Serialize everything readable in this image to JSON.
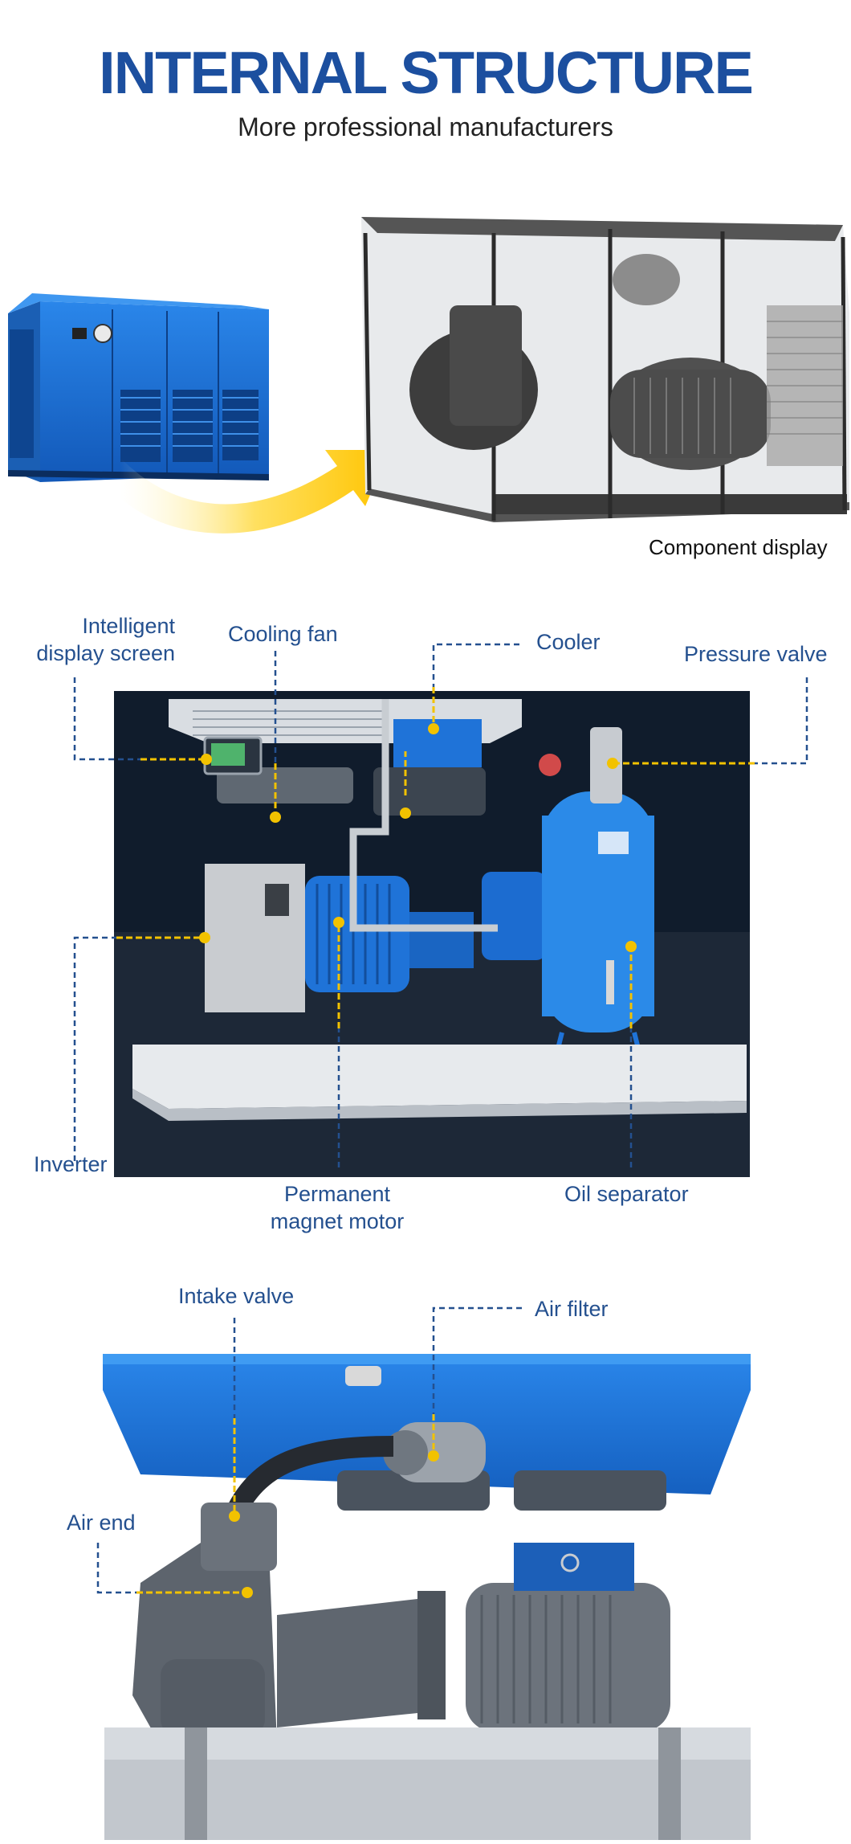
{
  "header": {
    "title": "INTERNAL STRUCTURE",
    "subtitle": "More professional manufacturers"
  },
  "section1": {
    "caption": "Component display"
  },
  "section2": {
    "labels": {
      "display_line1": "Intelligent",
      "display_line2": "display screen",
      "cooling_fan": "Cooling fan",
      "cooler": "Cooler",
      "pressure_valve": "Pressure valve",
      "inverter": "Inverter",
      "motor_line1": "Permanent",
      "motor_line2": "magnet motor",
      "oil_separator": "Oil separator"
    }
  },
  "section3": {
    "labels": {
      "intake_valve": "Intake valve",
      "air_filter": "Air filter",
      "air_end": "Air end"
    }
  },
  "colors": {
    "title": "#1c4f9f",
    "label": "#24508f",
    "leader_dashed": "#24508f",
    "leader_pointer": "#f2c200",
    "housing_blue": "#1f73d8"
  }
}
